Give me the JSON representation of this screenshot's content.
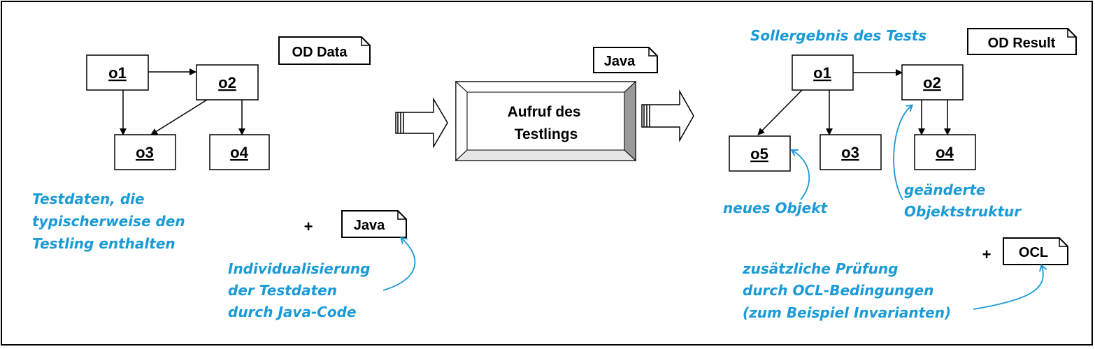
{
  "left": {
    "tag": "OD Data",
    "objects": {
      "o1": "o1",
      "o2": "o2",
      "o3": "o3",
      "o4": "o4"
    },
    "note_lines": [
      "Testdaten, die",
      "typischerweise den",
      "Testling enthalten"
    ],
    "plus": "+",
    "java_tag": "Java",
    "java_note_lines": [
      "Individualisierung",
      "der Testdaten",
      "durch Java-Code"
    ]
  },
  "center": {
    "tag": "Java",
    "box_lines": [
      "Aufruf des",
      "Testlings"
    ]
  },
  "right": {
    "title": "Sollergebnis des Tests",
    "tag": "OD Result",
    "objects": {
      "o1": "o1",
      "o2": "o2",
      "o3": "o3",
      "o4": "o4",
      "o5": "o5"
    },
    "new_object_note": "neues Objekt",
    "changed_structure_note_lines": [
      "geänderte",
      "Objektstruktur"
    ],
    "plus": "+",
    "ocl_tag": "OCL",
    "ocl_note_lines": [
      "zusätzliche Prüfung",
      "durch OCL-Bedingungen",
      "(zum Beispiel Invarianten)"
    ]
  },
  "colors": {
    "annotation": "#1a9ad6",
    "stroke": "#000000",
    "bevel_dark": "#9a9a9a",
    "bevel_light": "#e6e6e6"
  }
}
